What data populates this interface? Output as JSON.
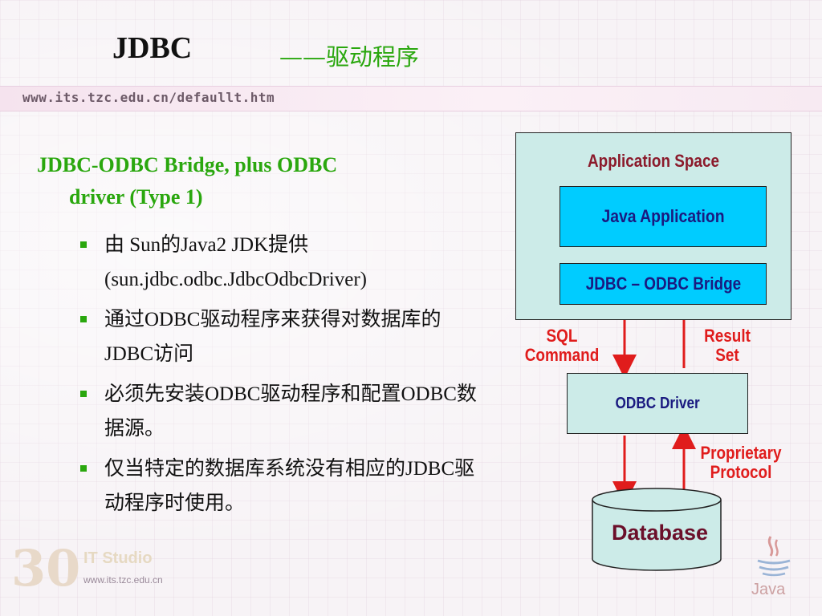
{
  "slide": {
    "title": "JDBC",
    "subtitle": "——驱动程序",
    "url": "www.its.tzc.edu.cn/defaullt.htm",
    "heading": [
      "JDBC-ODBC Bridge, plus ODBC",
      "driver (Type 1)"
    ],
    "bullets": [
      "由 Sun的Java2 JDK提供 (sun.jdbc.odbc.JdbcOdbcDriver)",
      "通过ODBC驱动程序来获得对数据库的JDBC访问",
      "必须先安装ODBC驱动程序和配置ODBC数据源。",
      "仅当特定的数据库系统没有相应的JDBC驱动程序时使用。"
    ]
  },
  "diagram": {
    "application_space": "Application Space",
    "java_application": "Java Application",
    "bridge": "JDBC – ODBC Bridge",
    "sql_command": [
      "SQL",
      "Command"
    ],
    "result_set": [
      "Result",
      "Set"
    ],
    "odbc_driver": "ODBC Driver",
    "proprietary_protocol": [
      "Proprietary",
      "Protocol"
    ],
    "database": "Database",
    "colors": {
      "title_green": "#2aa70e",
      "box_fill": "#ccebe8",
      "java_box_fill": "#00ccff",
      "label_red": "#e01c1c",
      "box_text": "#1a1a80"
    }
  },
  "footer": {
    "logo_number": "30",
    "logo_name": "IT Studio",
    "logo_url": "www.its.tzc.edu.cn",
    "java_logo": "Java"
  }
}
